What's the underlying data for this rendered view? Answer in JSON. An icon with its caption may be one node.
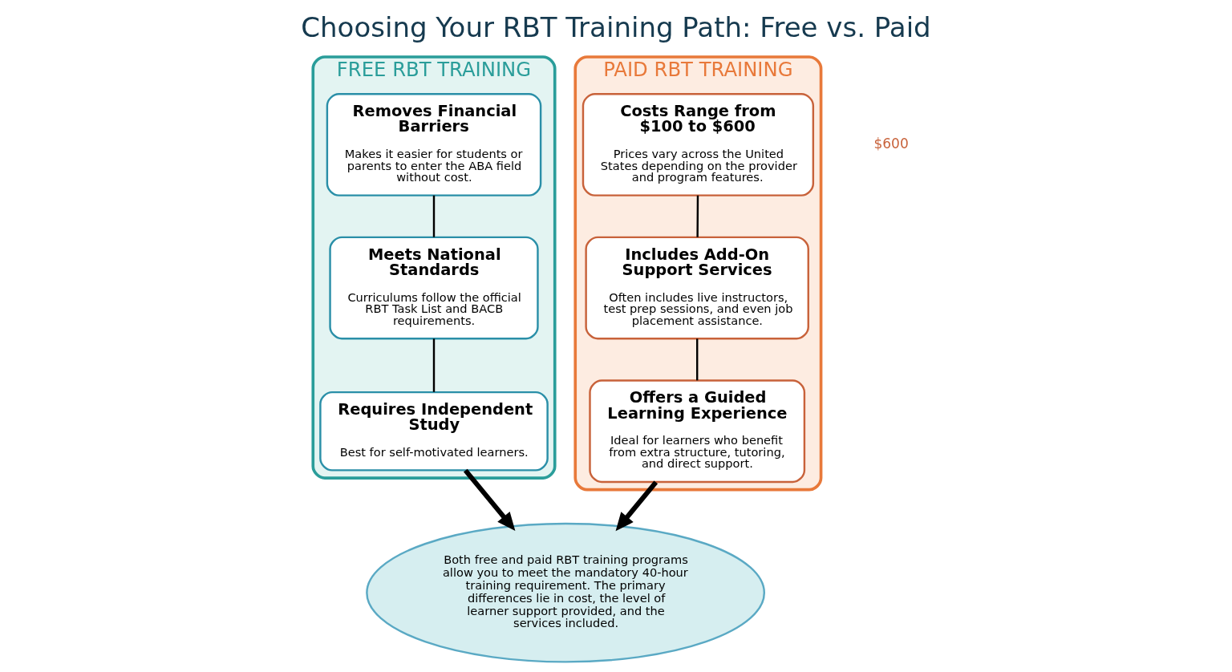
{
  "diagram": {
    "title": "Choosing Your RBT Training Path: Free vs. Paid",
    "nodes": [
      {
        "text": [
          "FREE RBT TRAINING"
        ]
      },
      {
        "text": [
          "Removes Financial Barriers",
          "Makes it easier for students or parents to enter the ABA field without cost."
        ],
        "in": 0
      },
      {
        "text": [
          "Meets National Standards",
          "Curriculums follow the official RBT Task List and BACB requirements."
        ],
        "in": 0
      },
      {
        "text": [
          "Requires Independent Study",
          "Best for self-motivated learners."
        ],
        "in": 0
      },
      {
        "text": [
          "PAID RBT TRAINING"
        ]
      },
      {
        "text": [
          "Costs Range from $100 to $600",
          "Prices vary across the United States depending on the provider and program features."
        ],
        "in": 4
      },
      {
        "text": [
          "Includes Add-On Support Services",
          "Often includes live instructors, test prep sessions, and even job placement assistance."
        ],
        "in": 4
      },
      {
        "text": [
          "Offers a Guided Learning Experience",
          "Ideal for learners who benefit from extra structure, tutoring, and direct support."
        ],
        "in": 4
      },
      {
        "text": [
          "Both free and paid RBT training programs allow you to meet the mandatory 40-hour training requirement. The primary differences lie in cost, the level of learner support provided, and the services included."
        ]
      }
    ],
    "edges": [
      {
        "from": 1,
        "to": 2,
        "arrow": "none"
      },
      {
        "from": 2,
        "to": 3,
        "arrow": "none"
      },
      {
        "from": 3,
        "to": 8,
        "arrow": "to",
        "style": "thick"
      },
      {
        "from": 5,
        "to": 6,
        "arrow": "none"
      },
      {
        "from": 6,
        "to": 7,
        "arrow": "none"
      },
      {
        "from": 7,
        "to": 8,
        "arrow": "to",
        "style": "thick"
      }
    ],
    "labels": [
      "$600"
    ]
  }
}
